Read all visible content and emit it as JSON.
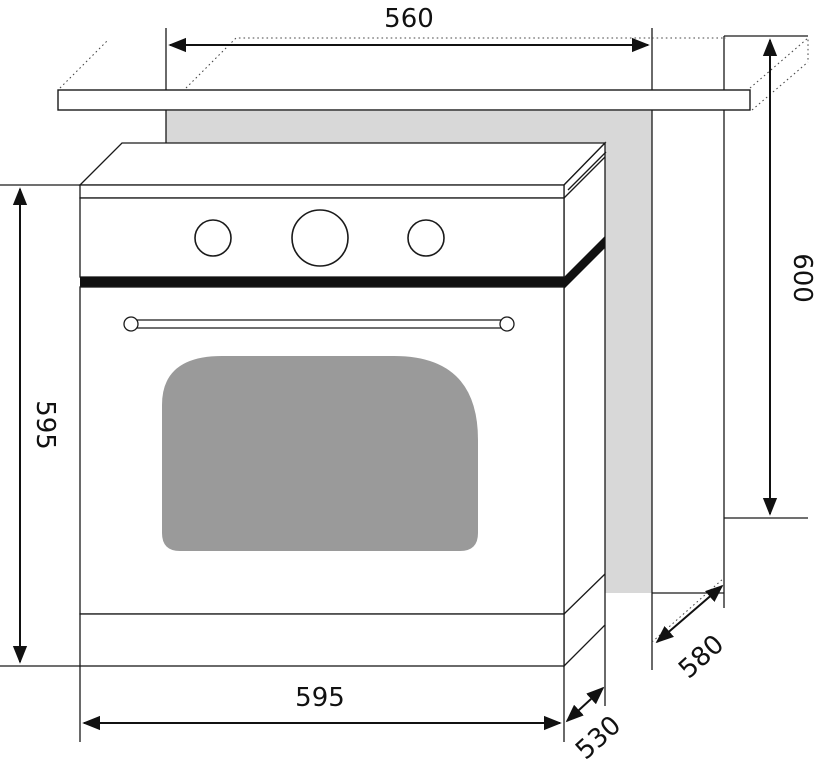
{
  "dimensions": {
    "niche_width": "560",
    "niche_height": "600",
    "niche_depth": "580",
    "oven_height": "595",
    "oven_width": "595",
    "oven_depth": "530"
  },
  "colors": {
    "niche_back": "#d8d8d8",
    "oven_window": "#9a9a9a",
    "outline": "#1a1a1a",
    "background": "#ffffff"
  }
}
